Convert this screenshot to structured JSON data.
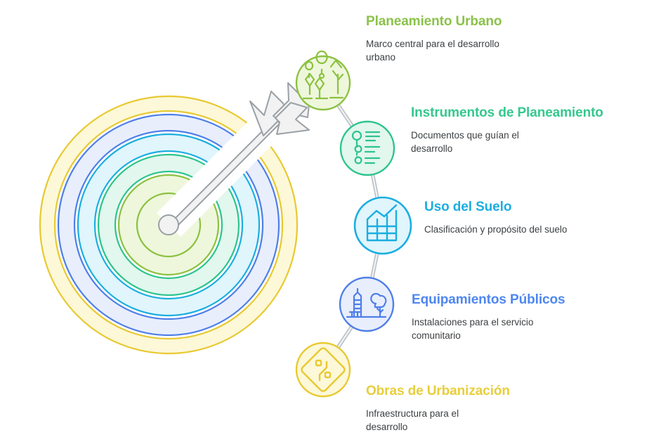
{
  "graphic": {
    "type": "target-with-arrow",
    "center_label": "bullseye",
    "rings": [
      {
        "name": "obras-de-urbanizacion-ring",
        "stroke": "#E8C931",
        "fill": "#FCF8D8",
        "order": 5
      },
      {
        "name": "equipamientos-publicos-ring",
        "stroke": "#4E7FE8",
        "fill": "#E8EEFC",
        "order": 4
      },
      {
        "name": "uso-del-suelo-ring",
        "stroke": "#1BAEE0",
        "fill": "#E0F5FC",
        "order": 3
      },
      {
        "name": "instrumentos-ring",
        "stroke": "#2DC48D",
        "fill": "#E2F7EE",
        "order": 2
      },
      {
        "name": "planeamiento-urbano-ring",
        "stroke": "#8CC140",
        "fill": "#EEF7DC",
        "order": 1
      }
    ],
    "arrow": {
      "name": "arrow",
      "fill": "#F2F2F2",
      "stroke": "#9AA0A6"
    },
    "connector": {
      "name": "connector-line",
      "color": "#BDC1C6"
    }
  },
  "steps": [
    {
      "id": "planeamiento-urbano",
      "title": "Planeamiento Urbano",
      "description": "Marco central para el desarrollo urbano",
      "color": "#8BC24A",
      "icon": "park-magnifier-icon",
      "icon_fill": "#EEF7DC",
      "icon_stroke": "#8CC140"
    },
    {
      "id": "instrumentos-de-planeamiento",
      "title": "Instrumentos de Planeamiento",
      "description": "Documentos que guían el desarrollo",
      "color": "#35C88E",
      "icon": "document-list-icon",
      "icon_fill": "#E2F7EE",
      "icon_stroke": "#2DC48D"
    },
    {
      "id": "uso-del-suelo",
      "title": "Uso del Suelo",
      "description": "Clasificación y propósito del suelo",
      "color": "#1BAEE0",
      "icon": "land-grid-chart-icon",
      "icon_fill": "#E0F5FC",
      "icon_stroke": "#1BAEE0"
    },
    {
      "id": "equipamientos-publicos",
      "title": "Equipamientos Públicos",
      "description": "Instalaciones para el servicio comunitario",
      "color": "#4E87F0",
      "icon": "building-tree-bench-icon",
      "icon_fill": "#E8EEFC",
      "icon_stroke": "#4E7FE8"
    },
    {
      "id": "obras-de-urbanizacion",
      "title": "Obras de Urbanización",
      "description": "Infraestructura para el desarrollo",
      "color": "#E8CE3A",
      "icon": "road-sign-icon",
      "icon_fill": "#FCF8D8",
      "icon_stroke": "#E8C931"
    }
  ]
}
